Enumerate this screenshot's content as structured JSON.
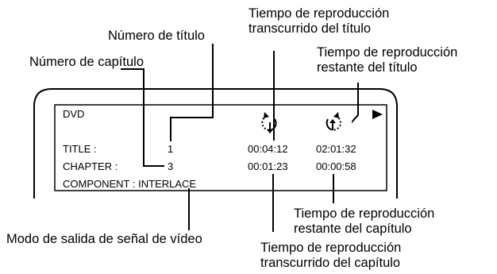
{
  "callouts": {
    "titulo_tiempo_transcurrido": [
      "Tiempo de reproducción",
      "transcurrido del título"
    ],
    "numero_titulo": "Número de título",
    "titulo_tiempo_restante": [
      "Tiempo de reproducción",
      "restante del título"
    ],
    "numero_capitulo": "Número de capítulo",
    "capitulo_tiempo_restante": [
      "Tiempo de reproducción",
      "restante del capítulo"
    ],
    "modo_salida": "Modo de salida de señal de vídeo",
    "capitulo_tiempo_transcurrido": [
      "Tiempo de reproducción",
      "transcurrido del capítulo"
    ]
  },
  "osd": {
    "source": "DVD",
    "play_icon": "play-triangle-icon",
    "elapsed_icon": "elapsed-clock-icon",
    "remaining_icon": "remaining-clock-icon",
    "title_label": "TITLE :",
    "title_number": "1",
    "title_elapsed": "00:04:12",
    "title_remaining": "02:01:32",
    "chapter_label": "CHAPTER :",
    "chapter_number": "3",
    "chapter_elapsed": "00:01:23",
    "chapter_remaining": "00:00:58",
    "output_mode": "COMPONENT : INTERLACE"
  }
}
